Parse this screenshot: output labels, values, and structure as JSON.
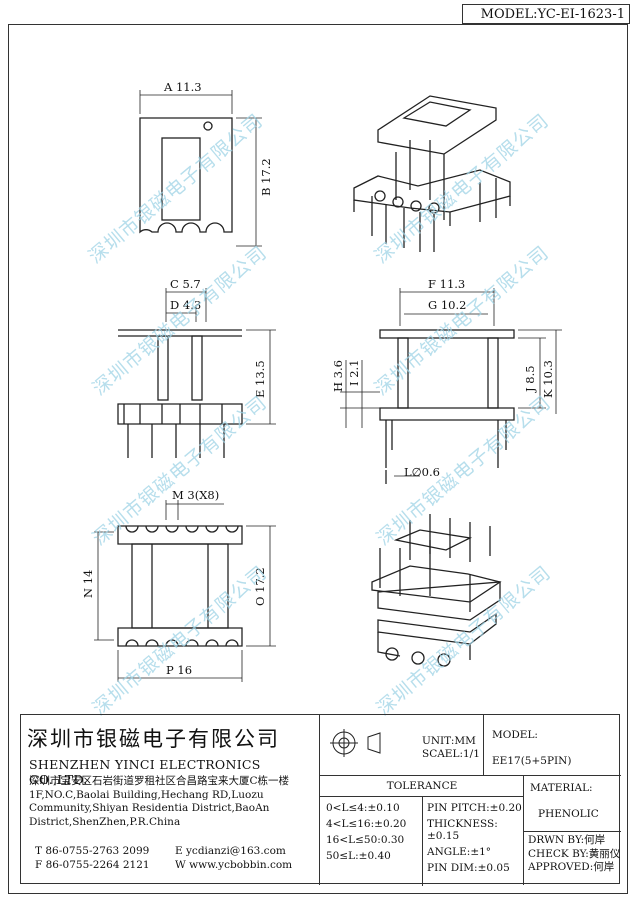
{
  "header": {
    "model": "MODEL:YC-EI-1623-1"
  },
  "watermark": "深圳市银磁电子有限公司",
  "dimensions": {
    "A": "A 11.3",
    "B": "B 17.2",
    "C": "C 5.7",
    "D": "D 4.3",
    "E": "E 13.5",
    "F": "F 11.3",
    "G": "G 10.2",
    "H": "H 3.6",
    "I": "I 2.1",
    "J": "J 8.5",
    "K": "K 10.3",
    "L": "L∅0.6",
    "M": "M 3(X8)",
    "N": "N 14",
    "O": "O 17.2",
    "P": "P 16"
  },
  "title_block": {
    "company_cn": "深圳市银磁电子有限公司",
    "company_en": "SHENZHEN YINCI ELECTRONICS CO.,LTD.",
    "address": [
      "深圳市宝安区石岩街道罗租社区合昌路宝来大厦C栋一楼",
      "1F,NO.C,Baolai Building,Hechang RD,Luozu",
      "Community,Shiyan Residentia District,BaoAn",
      "District,ShenZhen,P.R.China"
    ],
    "tel": "T 86-0755-2763 2099",
    "fax": "F 86-0755-2264 2121",
    "email": "E ycdianzi@163.com",
    "web": "W www.ycbobbin.com",
    "unit": "UNIT:MM",
    "scale": "SCAEL:1/1",
    "model_label": "MODEL:",
    "model_value": "EE17(5+5PIN)",
    "tolerance_label": "TOLERANCE",
    "tolerances_left": [
      "0<L≤4:±0.10",
      "4<L≤16:±0.20",
      "16<L≤50:0.30",
      "50≤L:±0.40"
    ],
    "tolerances_right": [
      "PIN PITCH:±0.20",
      "THICKNESS:±0.15",
      "ANGLE:±1°",
      "PIN DIM:±0.05"
    ],
    "material_label": "MATERIAL:",
    "material_value": "PHENOLIC",
    "drawn_by": "DRWN BY:何岸",
    "check_by": "CHECK BY:黄丽仪",
    "approved": "APPROVED:何岸"
  }
}
